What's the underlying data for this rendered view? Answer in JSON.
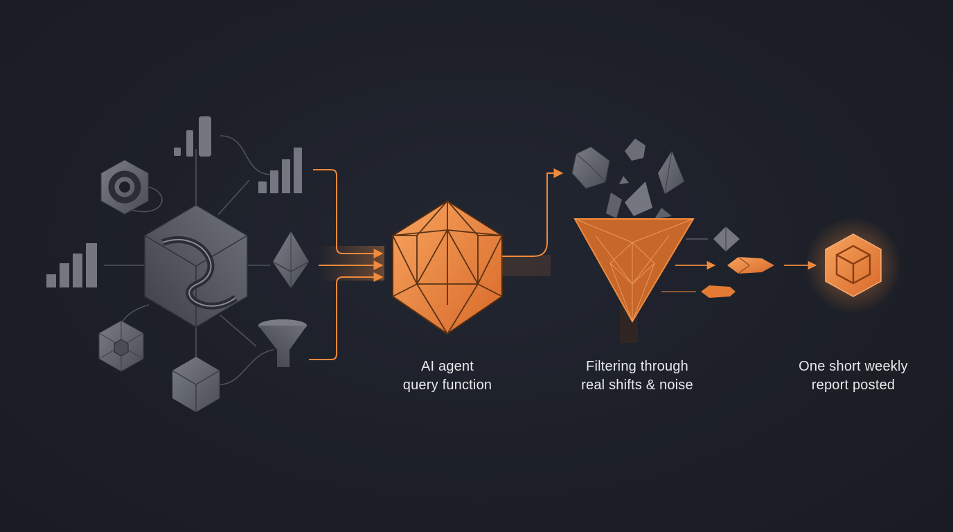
{
  "steps": [
    {
      "id": "agent",
      "lines": [
        "AI agent",
        "query function"
      ]
    },
    {
      "id": "filter",
      "lines": [
        "Filtering through",
        "real shifts & noise"
      ]
    },
    {
      "id": "report",
      "lines": [
        "One short weekly",
        "report posted"
      ]
    }
  ],
  "colors": {
    "background": "#1c1f27",
    "accent": "#f08a3c",
    "accent_dark": "#c96a26",
    "gray": "#6a6d75",
    "gray_dark": "#4a4d55",
    "text": "#e9e9ec"
  },
  "icons": [
    "bar-chart-icon",
    "donut-hexagon-icon",
    "hub-hexagon-icon",
    "diamond-icon",
    "funnel-icon",
    "cube-icon",
    "icosahedron-icon",
    "inverted-pyramid-icon",
    "report-cube-icon"
  ]
}
